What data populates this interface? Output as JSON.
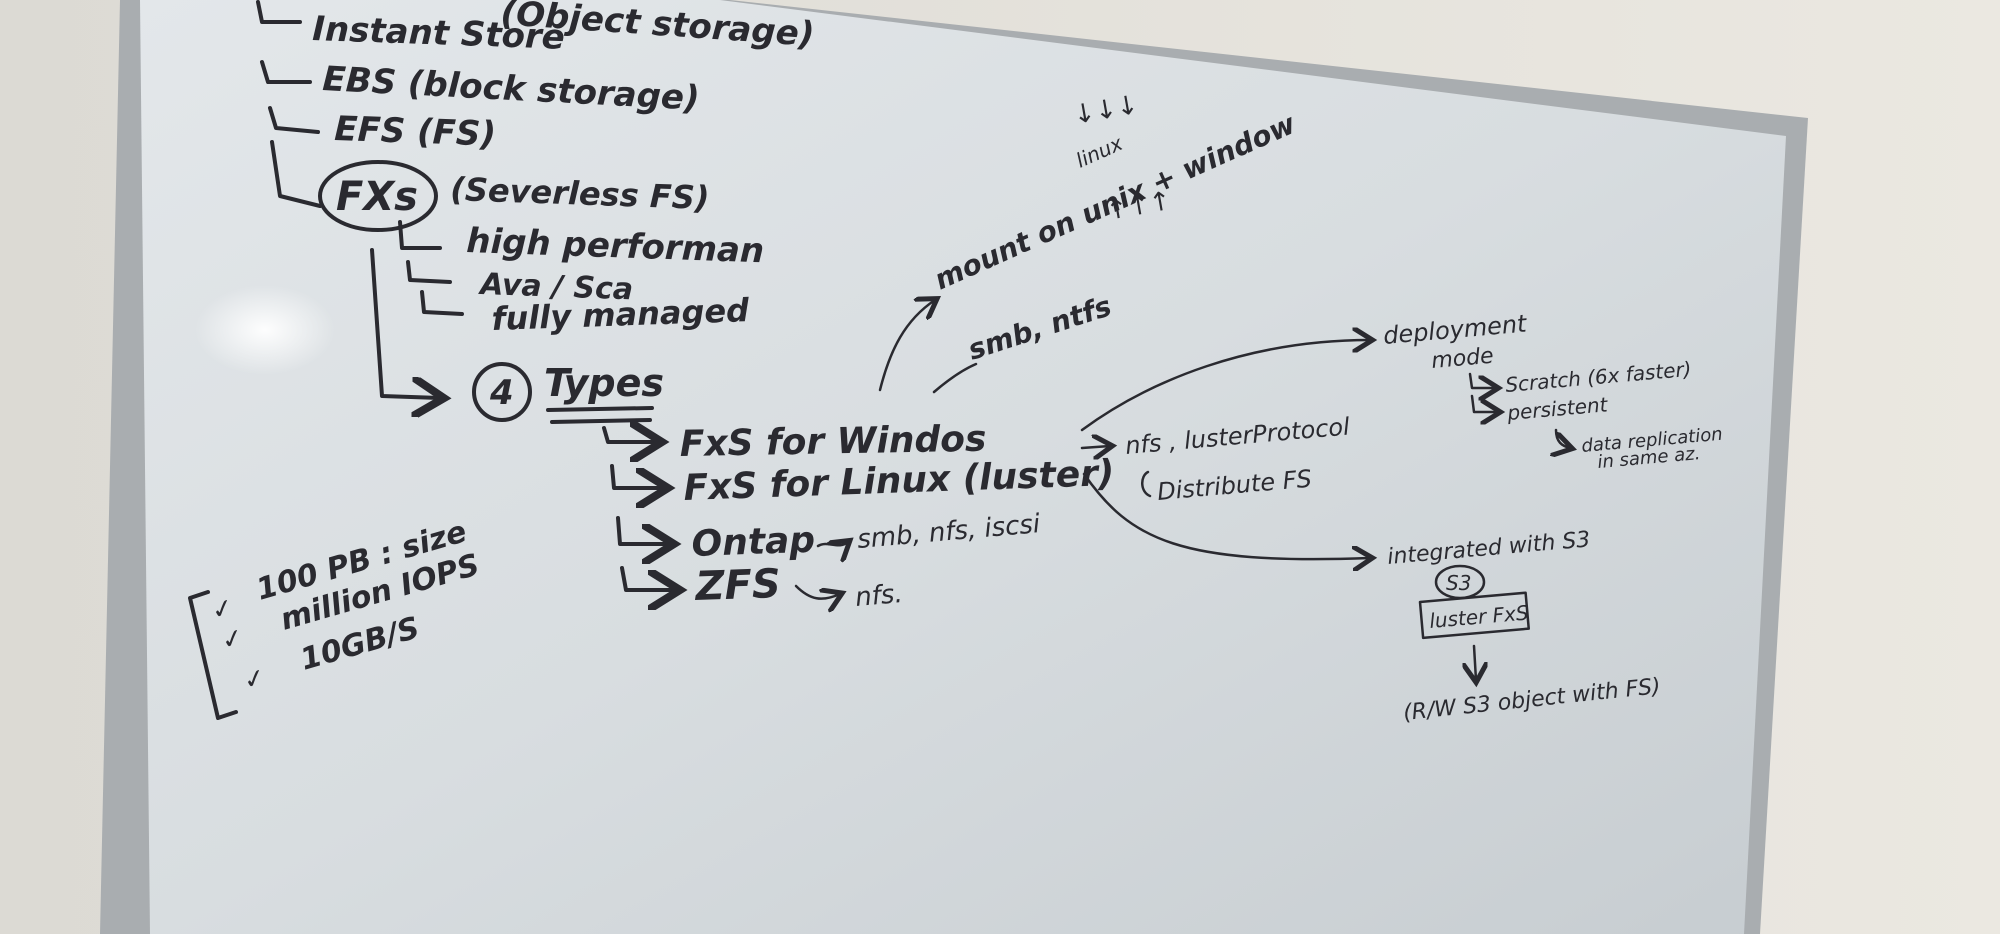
{
  "whiteboard": {
    "storage_list": [
      "(Object storage)",
      "Instant Store",
      "EBS (block storage)",
      "EFS (FS)",
      "(Severless FS)"
    ],
    "fxs_circled": "FXs",
    "fxs_features": [
      "high performan",
      "Ava / Sca",
      "fully managed"
    ],
    "types_count": "4",
    "types_label": "Types",
    "types": [
      "FxS for Windos",
      "FxS for Linux (luster)",
      "Ontap",
      "ZFS"
    ],
    "windows_protocols": "smb, ntfs",
    "mount_note": "mount on unix + window",
    "linux_note": "linux",
    "linux_protocols": "nfs , lusterProtocol",
    "distributed_fs": "Distribute FS",
    "ontap_protocols": "smb, nfs, iscsi",
    "zfs_protocols": "nfs.",
    "stats": [
      "100 PB : size",
      "million IOPS",
      "10GB/S"
    ],
    "deployment": {
      "title_line1": "deployment",
      "title_line2": "mode",
      "scratch": "Scratch (6x faster)",
      "persistent": "persistent",
      "replication_line1": "data replication",
      "replication_line2": "in same az."
    },
    "s3": {
      "integrated": "integrated with S3",
      "badge": "S3",
      "luster_box": "luster FxS",
      "rw_note": "(R/W S3 object with FS)"
    }
  }
}
